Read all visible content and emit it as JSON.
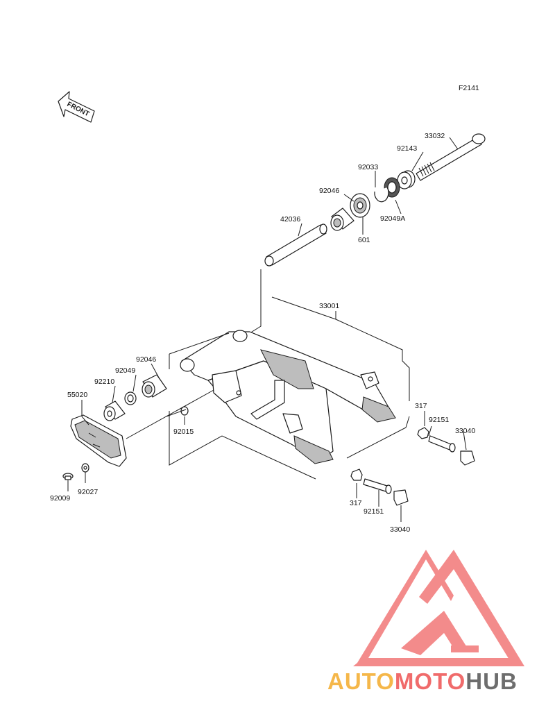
{
  "figure_code": "F2141",
  "front_arrow_label": "FRONT",
  "colors": {
    "ink": "#1a1a1a",
    "watermark_red": "#f06b6b",
    "watermark_orange": "#f5b74a",
    "watermark_grey": "#6d6d6d"
  },
  "watermark": {
    "part1": "AUTO",
    "part2": "MOTO",
    "part3": "HUB"
  },
  "labels": {
    "l33032": "33032",
    "l92143": "92143",
    "l92033": "92033",
    "l92046_top": "92046",
    "l92049A": "92049A",
    "l601": "601",
    "l42036": "42036",
    "l33001": "33001",
    "l92046_left": "92046",
    "l92049": "92049",
    "l92210": "92210",
    "l55020": "55020",
    "l92015": "92015",
    "l317_right": "317",
    "l92151_right": "92151",
    "l33040_right": "33040",
    "l317_bottom": "317",
    "l92151_bottom": "92151",
    "l33040_bottom": "33040",
    "l92009": "92009",
    "l92027": "92027"
  }
}
